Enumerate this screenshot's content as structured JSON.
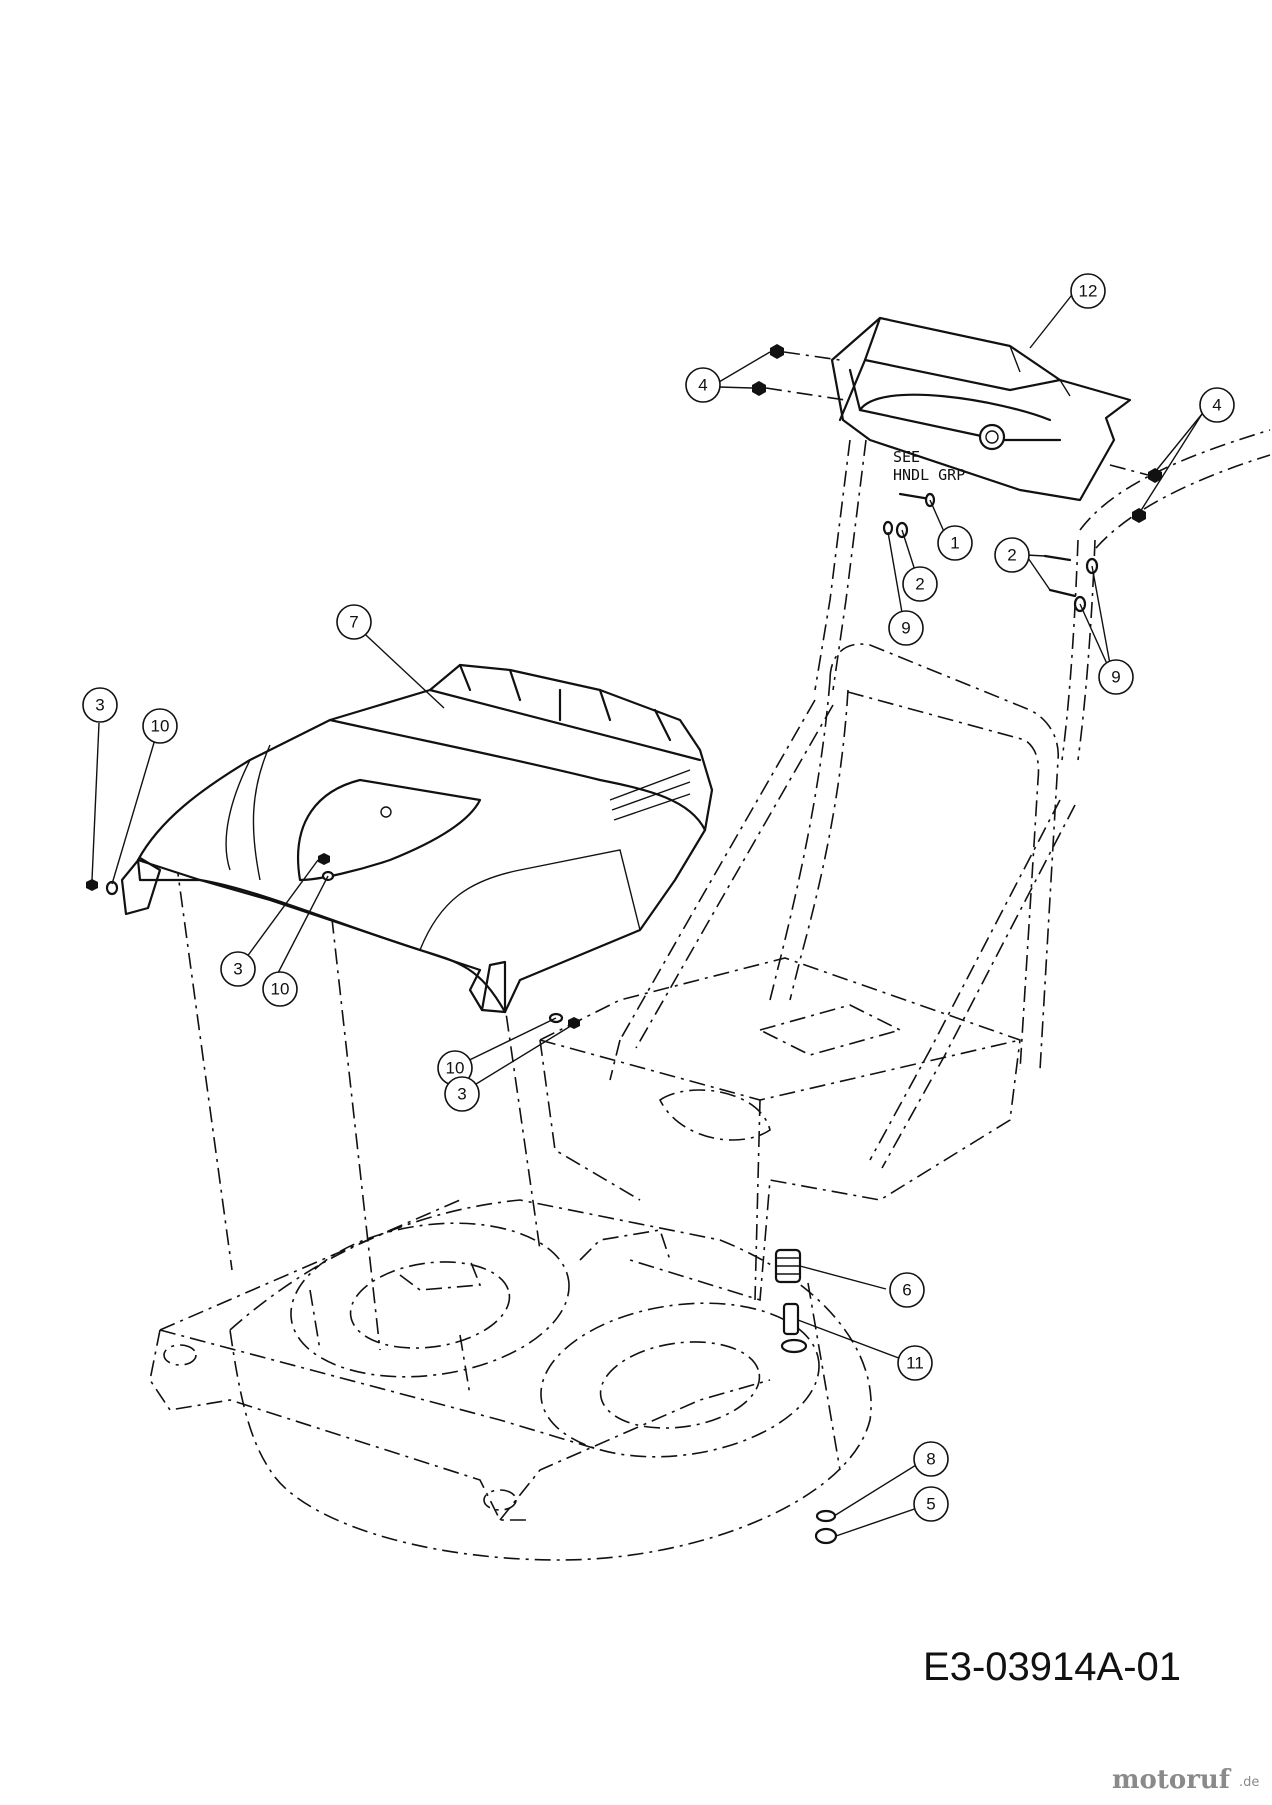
{
  "callouts": [
    {
      "id": "c12",
      "label": "12"
    },
    {
      "id": "c4a",
      "label": "4"
    },
    {
      "id": "c4b",
      "label": "4"
    },
    {
      "id": "c1",
      "label": "1"
    },
    {
      "id": "c2a",
      "label": "2"
    },
    {
      "id": "c2b",
      "label": "2"
    },
    {
      "id": "c9a",
      "label": "9"
    },
    {
      "id": "c9b",
      "label": "9"
    },
    {
      "id": "c7",
      "label": "7"
    },
    {
      "id": "c3a",
      "label": "3"
    },
    {
      "id": "c10a",
      "label": "10"
    },
    {
      "id": "c3b",
      "label": "3"
    },
    {
      "id": "c10b",
      "label": "10"
    },
    {
      "id": "c10c",
      "label": "10"
    },
    {
      "id": "c3c",
      "label": "3"
    },
    {
      "id": "c6",
      "label": "6"
    },
    {
      "id": "c11",
      "label": "11"
    },
    {
      "id": "c8",
      "label": "8"
    },
    {
      "id": "c5",
      "label": "5"
    }
  ],
  "note": {
    "line1": "SEE",
    "line2": "HNDL GRP"
  },
  "drawing_id": "E3-03914A-01",
  "watermark": {
    "brand": "motoruf",
    "tld": ".de"
  }
}
